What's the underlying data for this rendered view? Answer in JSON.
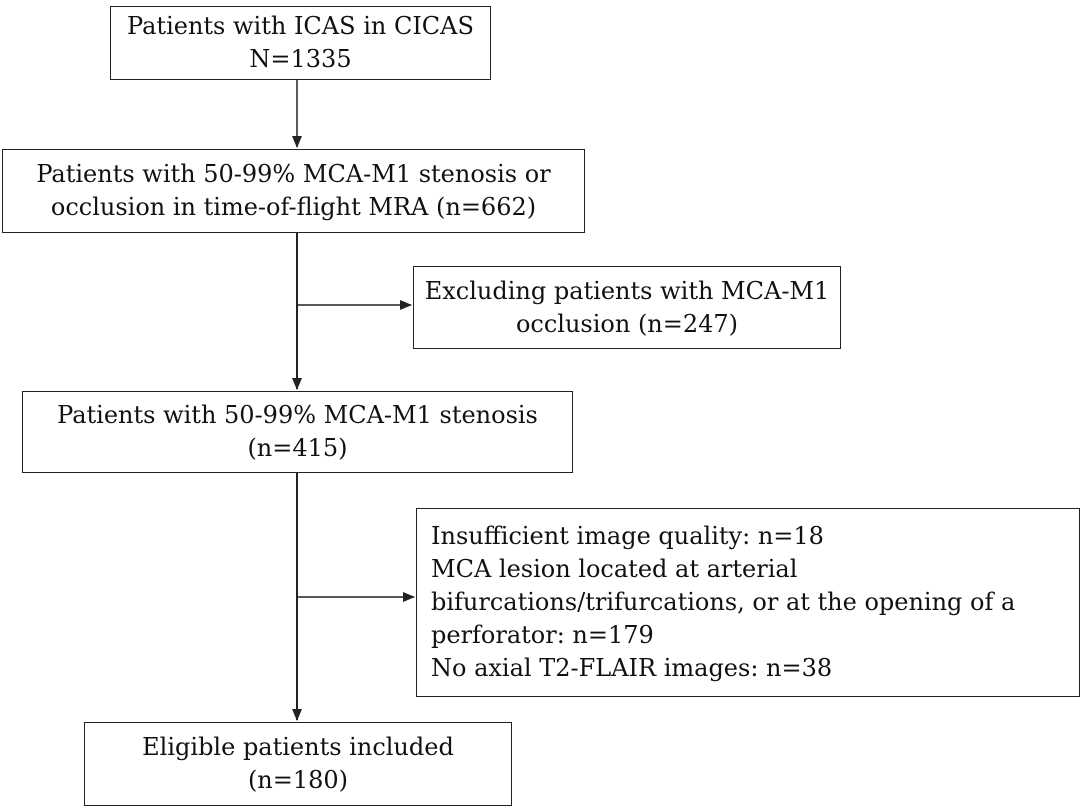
{
  "nodes": {
    "cicas": {
      "lines": [
        "Patients with ICAS in CICAS",
        "N=1335"
      ]
    },
    "mra": {
      "lines": [
        "Patients with 50-99% MCA-M1 stenosis or",
        "occlusion in time-of-flight MRA (n=662)"
      ]
    },
    "excl_occlusion": {
      "lines": [
        "Excluding patients with MCA-M1",
        "occlusion (n=247)"
      ]
    },
    "stenosis": {
      "lines": [
        "Patients with 50-99% MCA-M1 stenosis",
        "(n=415)"
      ]
    },
    "excl_other": {
      "lines": [
        "Insufficient image quality: n=18",
        "MCA lesion located at arterial",
        "bifurcations/trifurcations, or at the opening of a",
        "perforator: n=179",
        "No axial T2-FLAIR images: n=38"
      ]
    },
    "eligible": {
      "lines": [
        "Eligible patients included",
        "(n=180)"
      ]
    }
  },
  "edges": [
    {
      "from": "cicas",
      "to": "mra"
    },
    {
      "from": "mra",
      "to": "excl_occlusion"
    },
    {
      "from": "mra",
      "to": "stenosis"
    },
    {
      "from": "stenosis",
      "to": "excl_other"
    },
    {
      "from": "stenosis",
      "to": "eligible"
    }
  ]
}
